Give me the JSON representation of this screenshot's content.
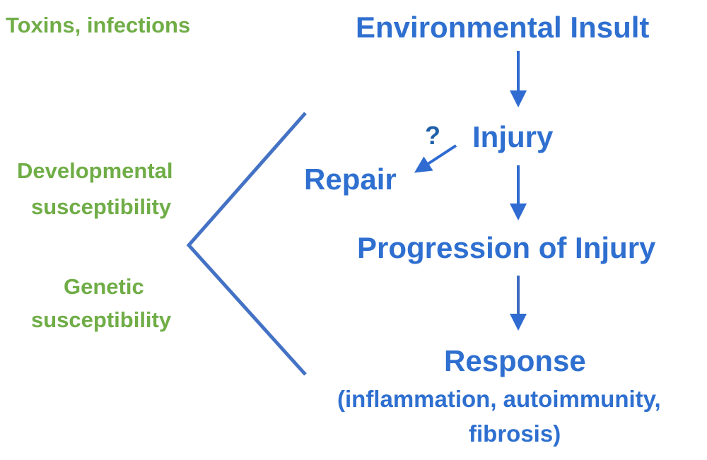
{
  "left": {
    "toxins": "Toxins, infections",
    "developmental_line1": "Developmental",
    "developmental_line2": "susceptibility",
    "genetic_line1": "Genetic",
    "genetic_line2": "susceptibility"
  },
  "flow": {
    "environmental_insult": "Environmental Insult",
    "injury": "Injury",
    "question_mark": "?",
    "repair": "Repair",
    "progression": "Progression of Injury",
    "response": "Response",
    "response_detail_line1": "(inflammation, autoimmunity,",
    "response_detail_line2": "fibrosis)"
  },
  "colors": {
    "green_text": "#70ad47",
    "blue_text": "#2e6fd0",
    "arrow": "#2f6bd1",
    "bracket": "#4472c4"
  }
}
